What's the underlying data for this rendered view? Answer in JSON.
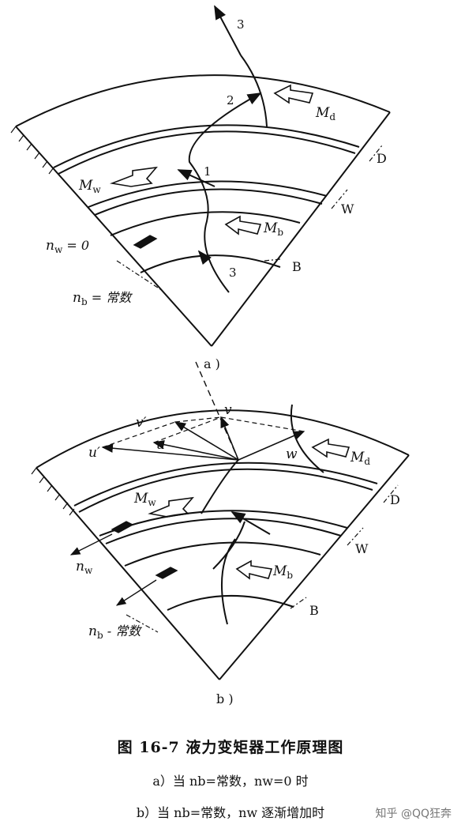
{
  "diagram_a": {
    "labels": {
      "stage_3_top": "3",
      "stage_2": "2",
      "stage_1": "1",
      "stage_3_bottom": "3",
      "M_d": "M",
      "M_d_sub": "d",
      "M_w": "M",
      "M_w_sub": "w",
      "M_b": "M",
      "M_b_sub": "b",
      "D": "D",
      "W": "W",
      "B": "B",
      "n_w_eq": "n",
      "n_w_sub": "w",
      "n_w_val": " = 0",
      "n_b_eq": "n",
      "n_b_sub": "b",
      "n_b_val": " = 常数",
      "part": "a )"
    }
  },
  "diagram_b": {
    "labels": {
      "v_prime": "v′",
      "v": "v",
      "u_prime": "u′",
      "u": "u",
      "w": "w",
      "M_d": "M",
      "M_d_sub": "d",
      "M_w": "M",
      "M_w_sub": "w",
      "M_b": "M",
      "M_b_sub": "b",
      "D": "D",
      "W": "W",
      "B": "B",
      "n_w": "n",
      "n_w_sub": "w",
      "n_b": "n",
      "n_b_sub": "b",
      "n_b_val": " - 常数",
      "part": "b )"
    }
  },
  "caption": {
    "title": "图 16-7   液力变矩器工作原理图",
    "line_a": "a）当 nb=常数，nw=0 时",
    "line_b": "b）当 nb=常数，nw 逐渐增加时"
  },
  "watermark": "知乎 @QQ狂奔"
}
